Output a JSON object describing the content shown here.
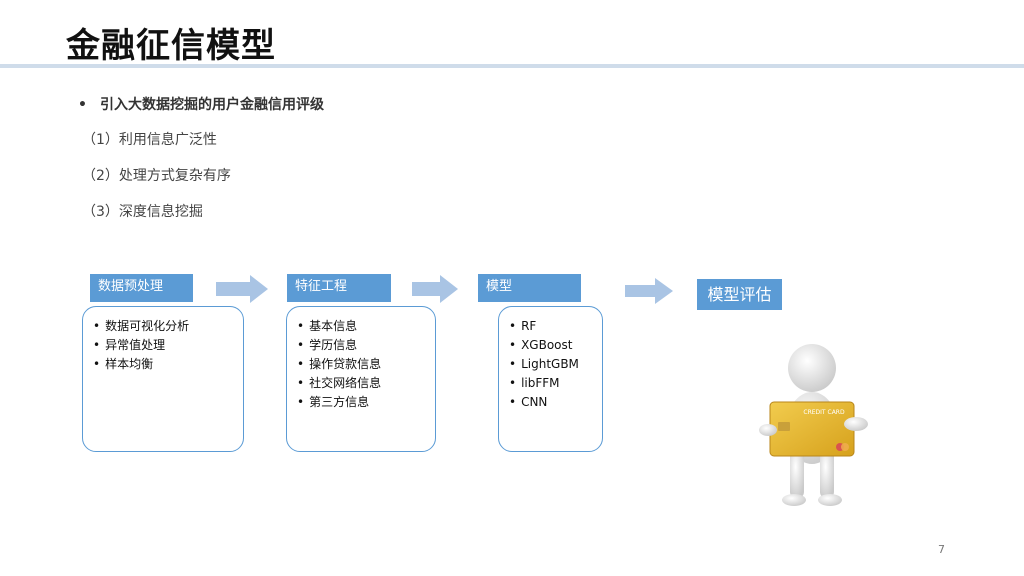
{
  "slide": {
    "title": "金融征信模型",
    "bullet_heading": "引入大数据挖掘的用户金融信用评级",
    "items": [
      "（1）利用信息广泛性",
      "（2）处理方式复杂有序",
      "（3）深度信息挖掘"
    ],
    "page_number": "7"
  },
  "pipeline": {
    "steps": [
      {
        "label": "数据预处理",
        "bullets": [
          "数据可视化分析",
          "异常值处理",
          "样本均衡"
        ]
      },
      {
        "label": "特征工程",
        "bullets": [
          "基本信息",
          "学历信息",
          "操作贷款信息",
          "社交网络信息",
          "第三方信息"
        ]
      },
      {
        "label": "模型",
        "bullets": [
          "RF",
          "XGBoost",
          "LightGBM",
          "libFFM",
          "CNN"
        ]
      }
    ],
    "final_label": "模型评估"
  },
  "figure": {
    "card_text": "CREDIT CARD"
  },
  "colors": {
    "accent": "#5b9bd5",
    "arrow": "#a9c4e4",
    "rule": "#cfdcea",
    "card": "#e3b32c"
  },
  "icons": [
    "bullet-dot-icon",
    "right-arrow-icon",
    "credit-card-figure-icon"
  ]
}
